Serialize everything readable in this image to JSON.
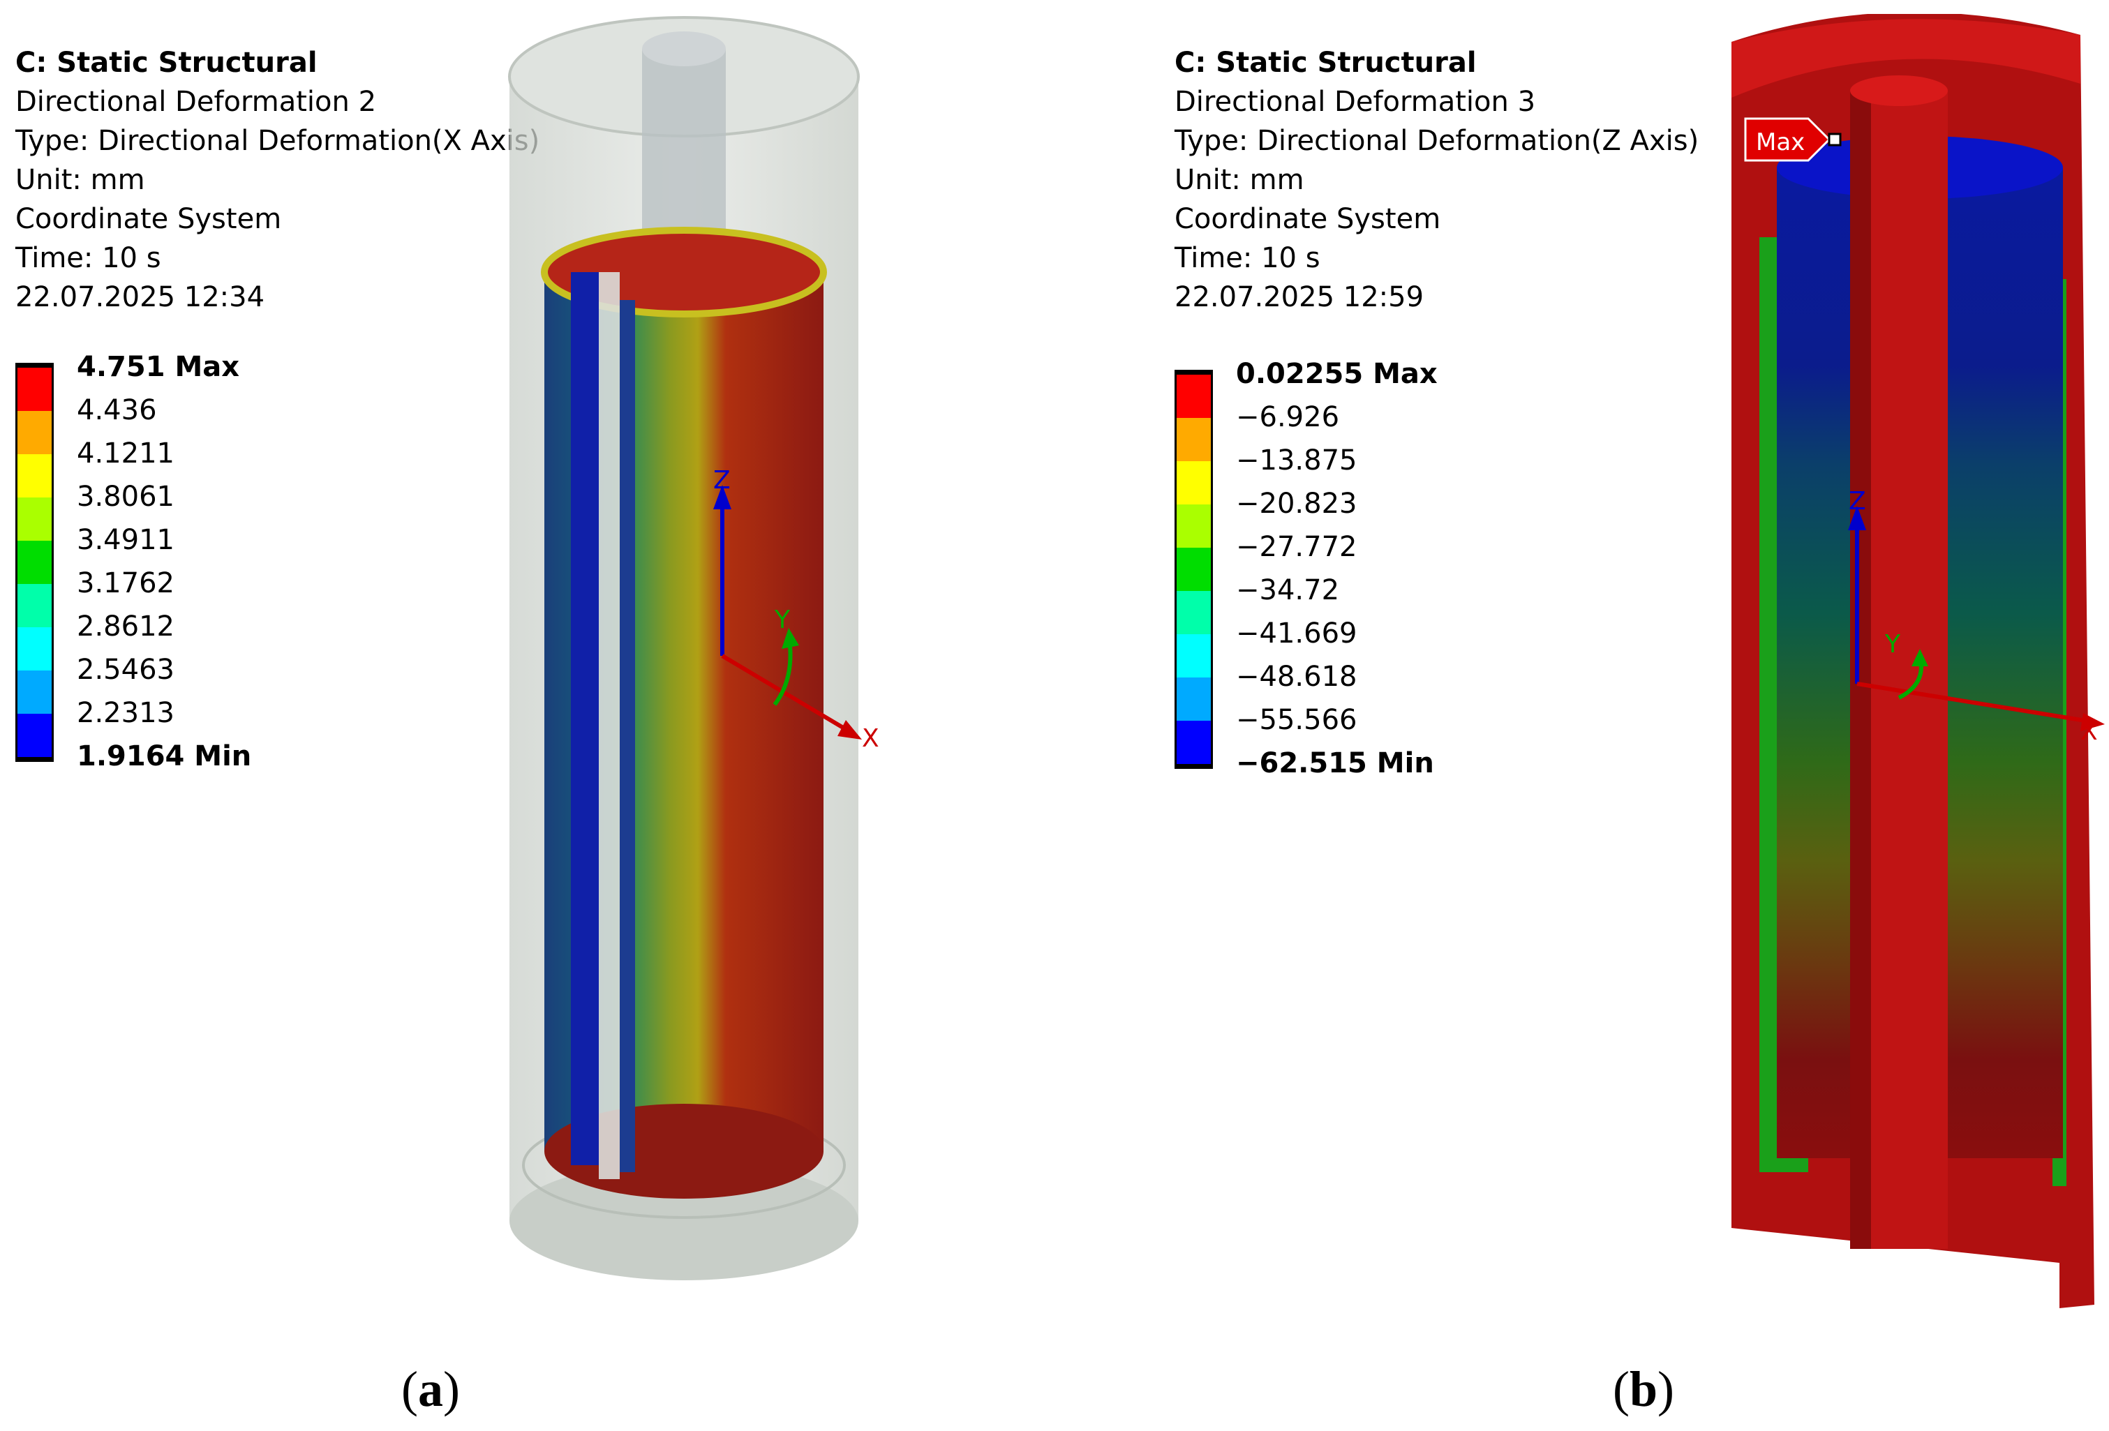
{
  "panel_a": {
    "info_lines": [
      "C: Static Structural",
      "Directional Deformation 2",
      "Type: Directional Deformation(X Axis)",
      "Unit: mm",
      "Coordinate System",
      "Time: 10 s",
      "22.07.2025 12:34"
    ],
    "legend_ticks": [
      "4.751 Max",
      "4.436",
      "4.1211",
      "3.8061",
      "3.4911",
      "3.1762",
      "2.8612",
      "2.5463",
      "2.2313",
      "1.9164 Min"
    ],
    "caption_letter": "a",
    "axis_labels": {
      "z": "Z",
      "y": "Y",
      "x": "X"
    }
  },
  "panel_b": {
    "info_lines": [
      "C: Static Structural",
      "Directional Deformation 3",
      "Type: Directional Deformation(Z Axis)",
      "Unit: mm",
      "Coordinate System",
      "Time: 10 s",
      "22.07.2025 12:59"
    ],
    "legend_ticks": [
      "0.02255 Max",
      "−6.926",
      "−13.875",
      "−20.823",
      "−27.772",
      "−34.72",
      "−41.669",
      "−48.618",
      "−55.566",
      "−62.515 Min"
    ],
    "max_probe_label": "Max",
    "caption_letter": "b",
    "axis_labels": {
      "z": "Z",
      "y": "Y",
      "x": "X"
    }
  },
  "legend_colors": [
    "#ff0000",
    "#ffaa00",
    "#ffff00",
    "#aaff00",
    "#00dd00",
    "#00ffaa",
    "#00ffff",
    "#00aaff",
    "#0000ff"
  ]
}
